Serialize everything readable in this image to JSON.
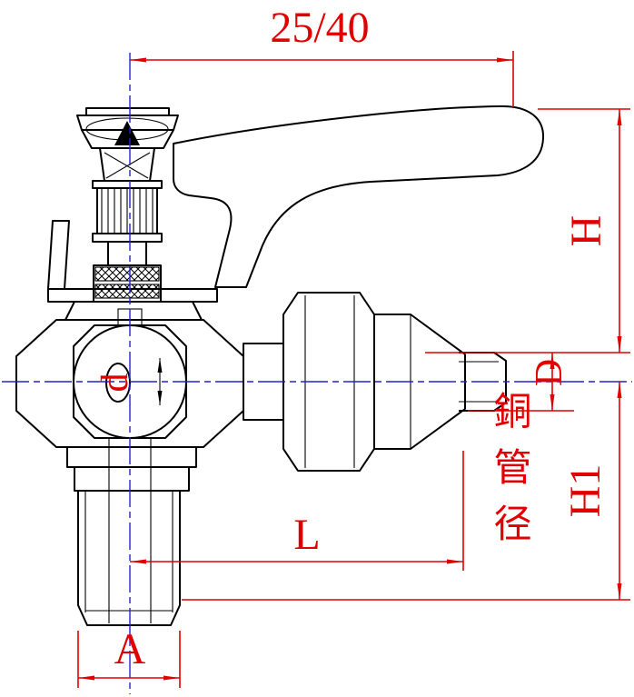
{
  "labels": {
    "top_dimension": "25/40",
    "height": "H",
    "pipe_od": "D",
    "pipe_note": "銅管径",
    "height1": "H1",
    "length": "L",
    "thread_width": "A",
    "bore": "d"
  },
  "colors": {
    "dimension": "#e00000",
    "centerline": "#2323cc",
    "outline": "#000000",
    "background": "#ffffff"
  }
}
